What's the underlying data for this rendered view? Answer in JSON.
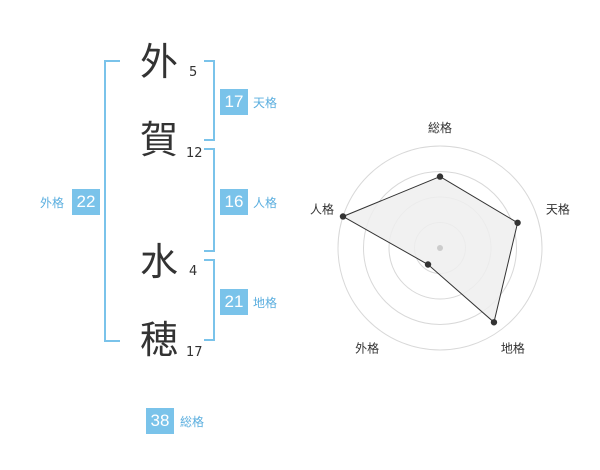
{
  "name": {
    "chars": [
      {
        "char": "外",
        "strokes": "5"
      },
      {
        "char": "賀",
        "strokes": "12"
      },
      {
        "char": "水",
        "strokes": "4"
      },
      {
        "char": "穂",
        "strokes": "17"
      }
    ]
  },
  "fortunes": {
    "tenkaku": {
      "label": "天格",
      "value": "17"
    },
    "jinkaku": {
      "label": "人格",
      "value": "16"
    },
    "chikaku": {
      "label": "地格",
      "value": "21"
    },
    "gaikaku": {
      "label": "外格",
      "value": "22"
    },
    "soukaku": {
      "label": "総格",
      "value": "38"
    }
  },
  "chart_data": {
    "type": "radar",
    "axes": [
      "総格",
      "天格",
      "地格",
      "外格",
      "人格"
    ],
    "values": [
      0.7,
      0.8,
      0.9,
      0.2,
      1.0
    ],
    "range": [
      0,
      1
    ],
    "rings": 4,
    "colors": {
      "fill": "#efefef",
      "stroke": "#333333",
      "grid": "#d8d8d8",
      "accent": "#7ac3ea"
    }
  }
}
